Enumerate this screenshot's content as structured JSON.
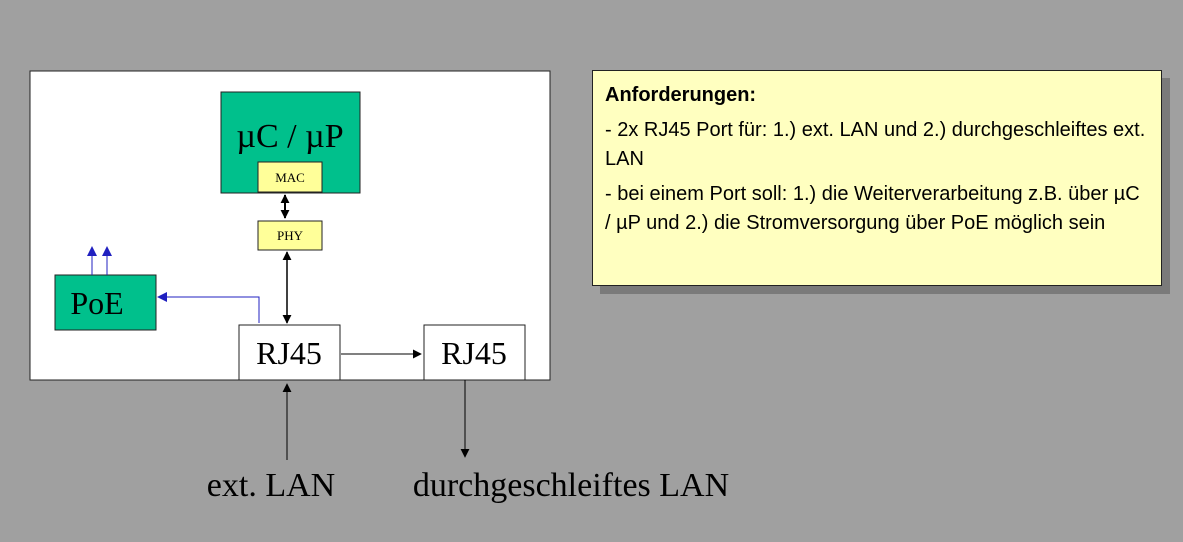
{
  "diagram": {
    "cpu_label": "µC / µP",
    "mac_label": "MAC",
    "phy_label": "PHY",
    "poe_label": "PoE",
    "rj45_left_label": "RJ45",
    "rj45_right_label": "RJ45",
    "ext_lan_label": "ext. LAN",
    "loop_lan_label": "durchgeschleiftes LAN"
  },
  "requirements": {
    "title": "Anforderungen:",
    "items": [
      "- 2x RJ45 Port für: 1.) ext. LAN und 2.) durchgeschleiftes ext. LAN",
      "- bei einem Port soll: 1.) die Weiterverarbeitung z.B. über µC / µP und 2.) die Stromversorgung über PoE möglich sein"
    ]
  },
  "colors": {
    "background": "#a0a0a0",
    "panel": "#ffffff",
    "module_green": "#00c08c",
    "chip_yellow": "#ffff99",
    "note_yellow": "#ffffc0",
    "poe_arrow_blue": "#2020c0"
  }
}
